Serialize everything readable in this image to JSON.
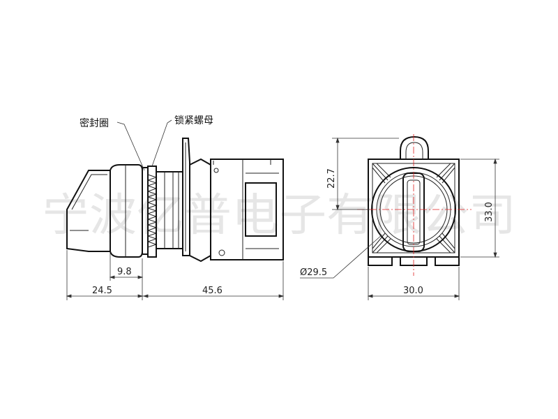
{
  "watermark": "宁波亿普电子有限公司",
  "callouts": {
    "seal_ring": "密封圈",
    "lock_nut": "锁紧螺母"
  },
  "dimensions": {
    "knob_length": "24.5",
    "flange_depth": "9.8",
    "body_length": "45.6",
    "top_height": "22.7",
    "total_height": "33.0",
    "diameter": "Ø29.5",
    "width": "30.0"
  },
  "colors": {
    "line": "#111111",
    "centerline": "#e02020",
    "watermark": "#e6e6e6"
  }
}
